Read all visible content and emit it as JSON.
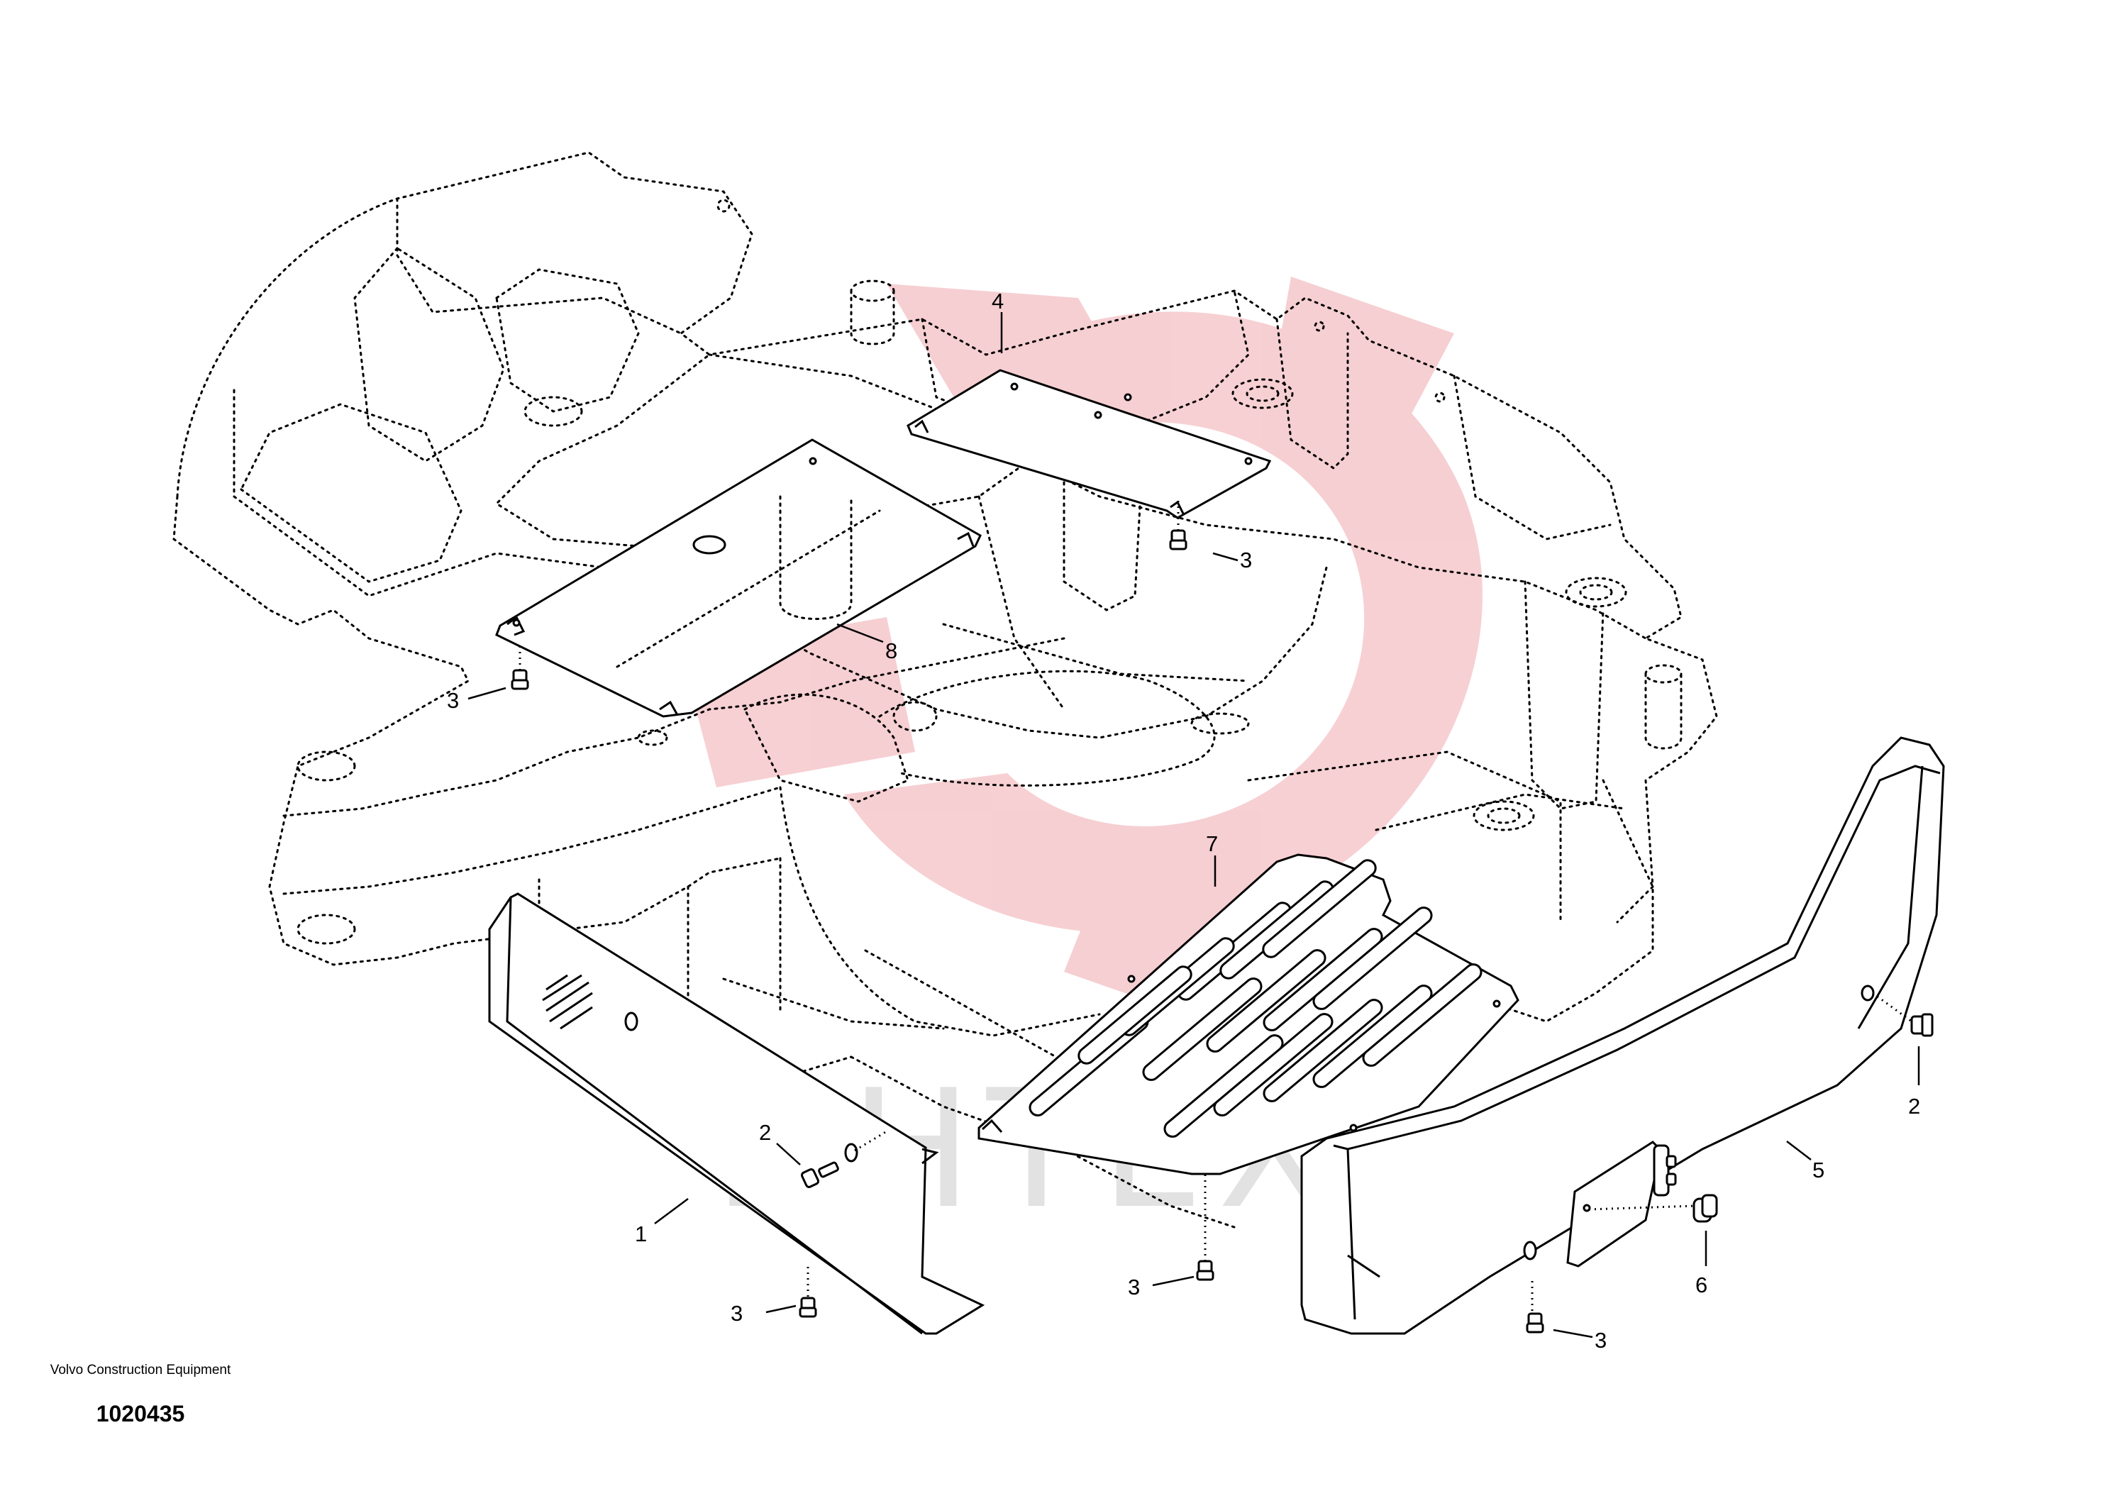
{
  "publisher": "Volvo Construction Equipment",
  "drawing_number": "1020435",
  "watermark_text": "ИНТЕХ",
  "colors": {
    "line": "#000000",
    "background": "#ffffff",
    "watermark": "#f4c0c4"
  },
  "callouts": {
    "c1": "1",
    "c2a": "2",
    "c2b": "2",
    "c3a": "3",
    "c3b": "3",
    "c3c": "3",
    "c3d": "3",
    "c3e": "3",
    "c4": "4",
    "c5": "5",
    "c6": "6",
    "c7": "7",
    "c8": "8"
  }
}
